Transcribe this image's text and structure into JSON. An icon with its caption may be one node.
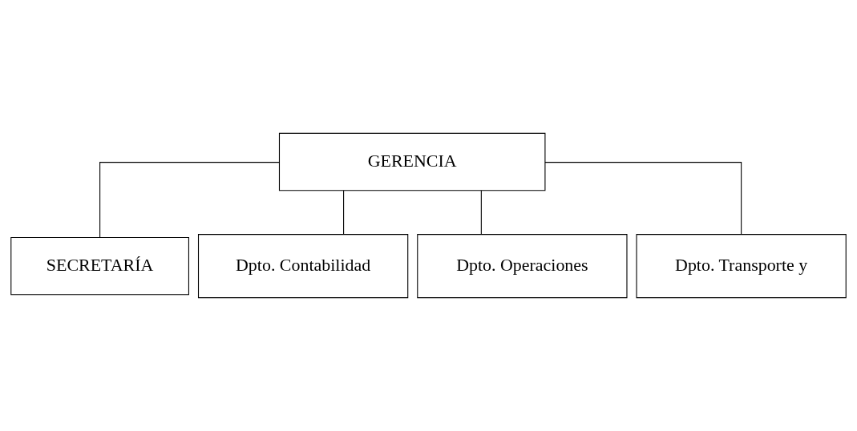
{
  "diagram": {
    "nodes": [
      {
        "text": [
          "GERENCIA"
        ]
      },
      {
        "text": [
          "SECRETARÍA"
        ]
      },
      {
        "text": [
          "Dpto. Contabilidad"
        ]
      },
      {
        "text": [
          "Dpto. Operaciones"
        ]
      },
      {
        "text": [
          "Dpto. Transporte y"
        ]
      }
    ],
    "edges": [
      {
        "from": 0,
        "to": 1,
        "arrow": "none"
      },
      {
        "from": 0,
        "to": 2,
        "arrow": "none"
      },
      {
        "from": 0,
        "to": 3,
        "arrow": "none"
      },
      {
        "from": 0,
        "to": 4,
        "arrow": "none"
      }
    ]
  }
}
